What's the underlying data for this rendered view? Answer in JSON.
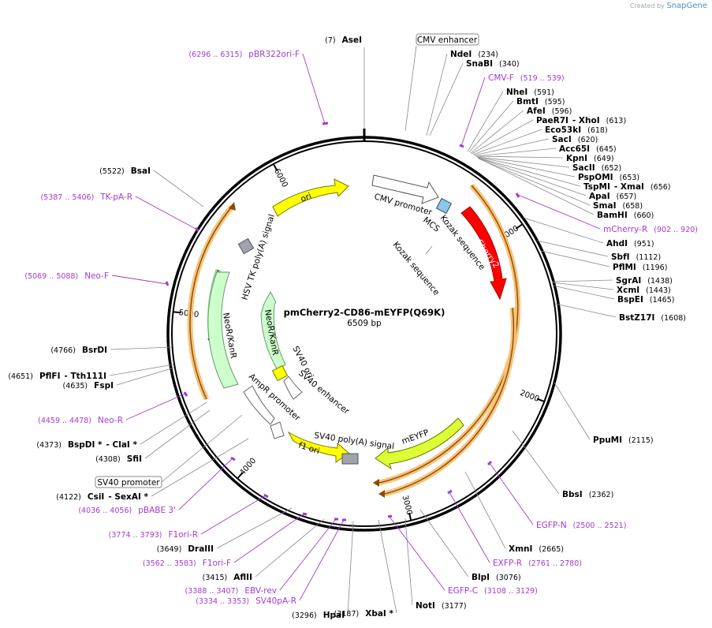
{
  "watermark": {
    "prefix": "Created by",
    "brand": "SnapGene"
  },
  "plasmid": {
    "name": "pmCherry2-CD86-mEYFP(Q69K)",
    "size": "6509 bp"
  },
  "ticks": [
    {
      "bp": 1000,
      "label": "1000"
    },
    {
      "bp": 2000,
      "label": "2000"
    },
    {
      "bp": 3000,
      "label": "3000"
    },
    {
      "bp": 4000,
      "label": "4000"
    },
    {
      "bp": 5000,
      "label": "5000"
    },
    {
      "bp": 6000,
      "label": "6000"
    }
  ],
  "enzymes_right": [
    {
      "name": "NdeI",
      "pos": "(234)"
    },
    {
      "name": "SnaBI",
      "pos": "(340)"
    },
    {
      "name": "NheI",
      "pos": "(591)"
    },
    {
      "name": "BmtI",
      "pos": "(595)"
    },
    {
      "name": "AfeI",
      "pos": "(596)"
    },
    {
      "name": "PaeR7I",
      "extra": "- XhoI",
      "pos": "(613)"
    },
    {
      "name": "Eco53kI",
      "pos": "(618)"
    },
    {
      "name": "SacI",
      "pos": "(620)"
    },
    {
      "name": "Acc65I",
      "pos": "(645)"
    },
    {
      "name": "KpnI",
      "pos": "(649)"
    },
    {
      "name": "SacII",
      "pos": "(652)"
    },
    {
      "name": "PspOMI",
      "pos": "(653)"
    },
    {
      "name": "TspMI",
      "extra": "- XmaI",
      "pos": "(656)"
    },
    {
      "name": "ApaI",
      "pos": "(657)"
    },
    {
      "name": "SmaI",
      "pos": "(658)"
    },
    {
      "name": "BamHI",
      "pos": "(660)"
    },
    {
      "name": "AhdI",
      "pos": "(951)"
    },
    {
      "name": "SbfI",
      "pos": "(1112)"
    },
    {
      "name": "PflMI",
      "pos": "(1196)"
    },
    {
      "name": "SgrAI",
      "pos": "(1438)"
    },
    {
      "name": "XcmI",
      "pos": "(1443)"
    },
    {
      "name": "BspEI",
      "pos": "(1465)"
    },
    {
      "name": "BstZ17I",
      "pos": "(1608)"
    },
    {
      "name": "PpuMI",
      "pos": "(2115)"
    },
    {
      "name": "BbsI",
      "pos": "(2362)"
    },
    {
      "name": "XmnI",
      "pos": "(2665)"
    },
    {
      "name": "BlpI",
      "pos": "(3076)"
    },
    {
      "name": "NotI",
      "pos": "(3177)"
    }
  ],
  "enzymes_left": [
    {
      "name": "AseI",
      "pos": "(7)"
    },
    {
      "name": "BsaI",
      "pos": "(5522)"
    },
    {
      "name": "BsrDI",
      "pos": "(4766)"
    },
    {
      "name": "PflFI",
      "extra": "- Tth111I",
      "pos": "(4651)"
    },
    {
      "name": "FspI",
      "pos": "(4635)"
    },
    {
      "name": "BspDI *",
      "extra": "- ClaI *",
      "pos": "(4373)"
    },
    {
      "name": "SfiI",
      "pos": "(4308)"
    },
    {
      "name": "CsiI",
      "extra": "- SexAI *",
      "pos": "(4122)"
    },
    {
      "name": "DraIII",
      "pos": "(3649)"
    },
    {
      "name": "AflII",
      "pos": "(3415)"
    },
    {
      "name": "HpaI",
      "pos": "(3296)"
    },
    {
      "name": "XbaI *",
      "pos": "(3187)"
    }
  ],
  "primers": [
    {
      "name": "pBR322ori-F",
      "range": "(6296 .. 6315)"
    },
    {
      "name": "CMV-F",
      "range": "(519 .. 539)"
    },
    {
      "name": "mCherry-R",
      "range": "(902 .. 920)"
    },
    {
      "name": "TK-pA-R",
      "range": "(5387 .. 5406)"
    },
    {
      "name": "Neo-F",
      "range": "(5069 .. 5088)"
    },
    {
      "name": "Neo-R",
      "range": "(4459 .. 4478)"
    },
    {
      "name": "pBABE 3'",
      "range": "(4036 .. 4056)"
    },
    {
      "name": "F1ori-R",
      "range": "(3774 .. 3793)"
    },
    {
      "name": "F1ori-F",
      "range": "(3562 .. 3583)"
    },
    {
      "name": "EBV-rev",
      "range": "(3388 .. 3407)"
    },
    {
      "name": "SV40pA-R",
      "range": "(3334 .. 3353)"
    },
    {
      "name": "EGFP-N",
      "range": "(2500 .. 2521)"
    },
    {
      "name": "EXFP-R",
      "range": "(2761 .. 2780)"
    },
    {
      "name": "EGFP-C",
      "range": "(3108 .. 3129)"
    }
  ],
  "boxed_features": [
    {
      "name": "CMV enhancer"
    },
    {
      "name": "SV40 promoter"
    }
  ],
  "features": [
    {
      "name": "CMV promoter"
    },
    {
      "name": "MCS"
    },
    {
      "name": "Kozak sequence"
    },
    {
      "name": "Kozak sequence"
    },
    {
      "name": "mCherry2"
    },
    {
      "name": "ori"
    },
    {
      "name": "HSV TK poly(A) signal"
    },
    {
      "name": "NeoR/KanR"
    },
    {
      "name": "NeoR/KanR"
    },
    {
      "name": "SV40 ori"
    },
    {
      "name": "SV40 enhancer"
    },
    {
      "name": "AmpR promoter"
    },
    {
      "name": "SV40 poly(A) signal"
    },
    {
      "name": "f1 ori"
    },
    {
      "name": "mEYFP"
    }
  ],
  "colors": {
    "primer": "#a33ad0",
    "mcherry": "#ff0000",
    "ori": "#ffff00",
    "neo": "#ccffcc",
    "meyfp": "#ddff33",
    "orf": "#ffa500",
    "mcs": "#88c8ee"
  }
}
